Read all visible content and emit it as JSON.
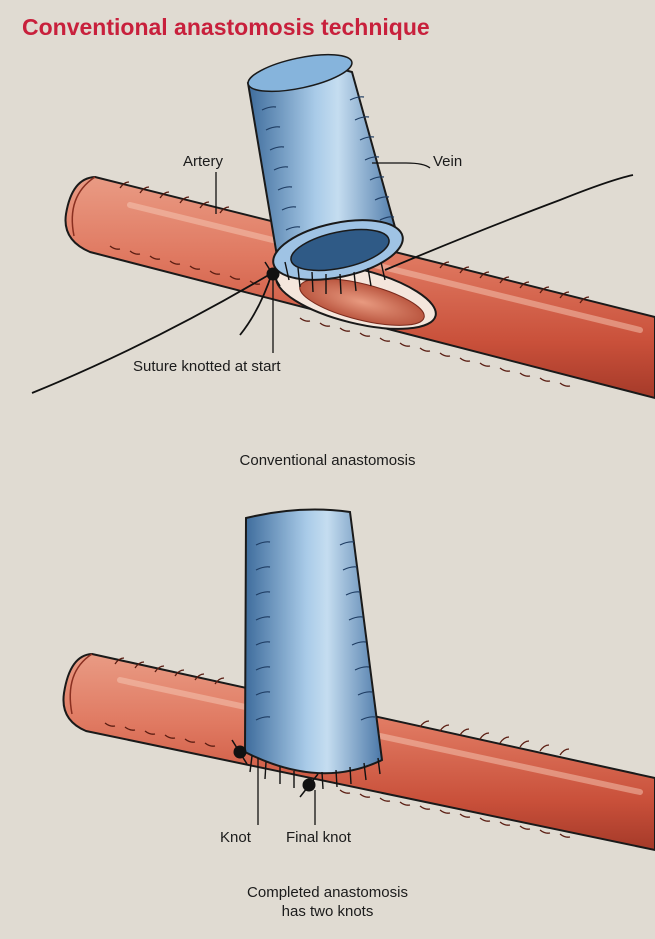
{
  "title": "Conventional anastomosis technique",
  "top_panel": {
    "label_artery": "Artery",
    "label_vein": "Vein",
    "label_suture": "Suture knotted at start",
    "caption": "Conventional anastomosis"
  },
  "bottom_panel": {
    "label_knot": "Knot",
    "label_final_knot": "Final knot",
    "caption_line1": "Completed anastomosis",
    "caption_line2": "has two knots"
  },
  "colors": {
    "title": "#c8203c",
    "background": "#e0dbd2",
    "artery": "#d86a52",
    "vein": "#6f9fcf",
    "knot": "#111111"
  }
}
